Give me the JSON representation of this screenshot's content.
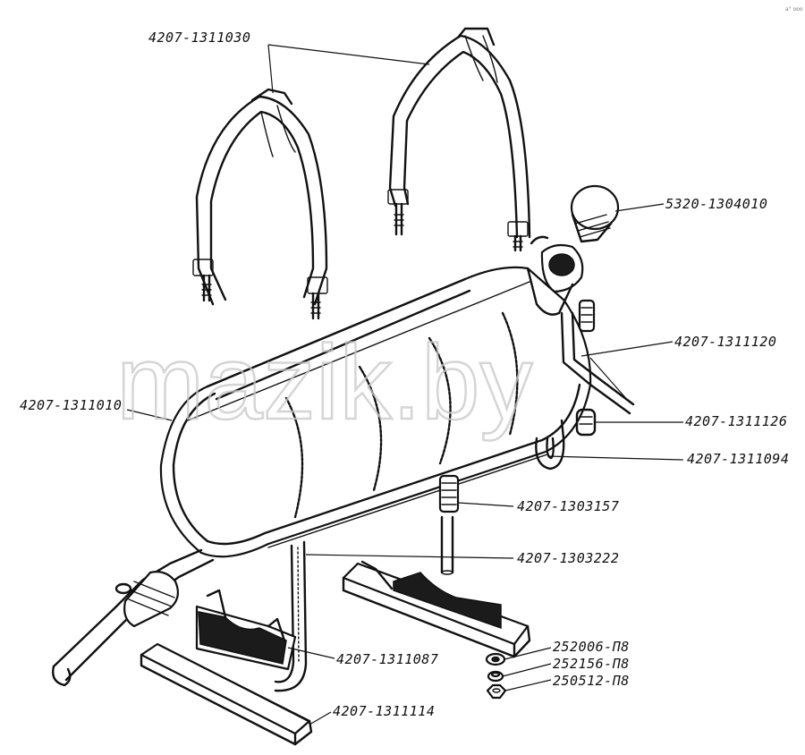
{
  "figure": {
    "corner_mark": "a° ooo",
    "watermark": "mazik.by"
  },
  "callouts": [
    {
      "id": "brackets",
      "text": "4207-1311030"
    },
    {
      "id": "cap",
      "text": "5320-1304010"
    },
    {
      "id": "tube_upper",
      "text": "4207-1311120"
    },
    {
      "id": "tank",
      "text": "4207-1311010"
    },
    {
      "id": "sleeve",
      "text": "4207-1311126"
    },
    {
      "id": "clamp",
      "text": "4207-1311094"
    },
    {
      "id": "hose_short",
      "text": "4207-1303157"
    },
    {
      "id": "pipe",
      "text": "4207-1303222"
    },
    {
      "id": "pad",
      "text": "4207-1311087"
    },
    {
      "id": "washer_a",
      "text": "252006-П8"
    },
    {
      "id": "washer_b",
      "text": "252156-П8"
    },
    {
      "id": "nut",
      "text": "250512-П8"
    },
    {
      "id": "support",
      "text": "4207-1311114"
    }
  ]
}
